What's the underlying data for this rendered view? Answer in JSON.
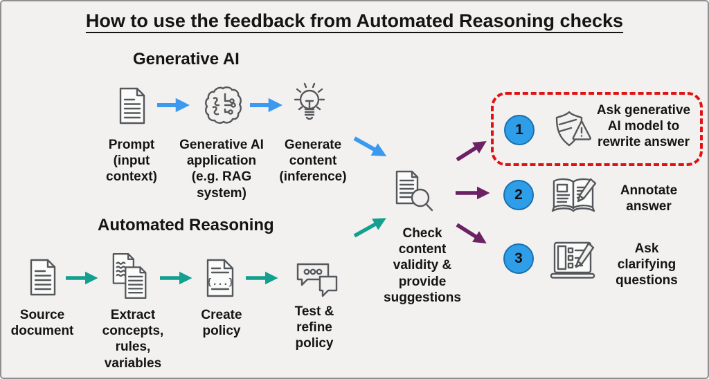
{
  "title": "How to use the feedback from Automated Reasoning checks",
  "colors": {
    "background": "#f2f1ef",
    "frame_border": "#8f8f8f",
    "blue_arrow": "#3b99f0",
    "teal_arrow": "#14a08f",
    "purple_arrow": "#6b2163",
    "highlight_red": "#e01212",
    "step_circle_blue": "#2f9ee9",
    "icon_stroke": "#54575b"
  },
  "generative_ai_flow": {
    "heading": "Generative AI",
    "steps": [
      {
        "icon": "document-icon",
        "label": "Prompt\n(input\ncontext)"
      },
      {
        "icon": "brain-circuit-icon",
        "label": "Generative AI\napplication\n(e.g. RAG\nsystem)"
      },
      {
        "icon": "lightbulb-icon",
        "label": "Generate\ncontent\n(inference)"
      }
    ]
  },
  "automated_reasoning_flow": {
    "heading": "Automated Reasoning",
    "steps": [
      {
        "icon": "document-icon",
        "label": "Source\ndocument"
      },
      {
        "icon": "documents-stack-icon",
        "label": "Extract\nconcepts,\nrules,\nvariables"
      },
      {
        "icon": "policy-document-icon",
        "label": "Create\npolicy"
      },
      {
        "icon": "chat-bubbles-icon",
        "label": "Test &\nrefine\npolicy"
      }
    ]
  },
  "check_node": {
    "icon": "document-magnifier-icon",
    "label": "Check\ncontent\nvalidity &\nprovide\nsuggestions"
  },
  "outcomes": [
    {
      "number": "1",
      "icon": "shield-alert-icon",
      "label": "Ask generative\nAI model to\nrewrite answer",
      "highlighted": true
    },
    {
      "number": "2",
      "icon": "book-pencil-icon",
      "label": "Annotate\nanswer",
      "highlighted": false
    },
    {
      "number": "3",
      "icon": "laptop-checklist-pencil-icon",
      "label": "Ask\nclarifying\nquestions",
      "highlighted": false
    }
  ]
}
